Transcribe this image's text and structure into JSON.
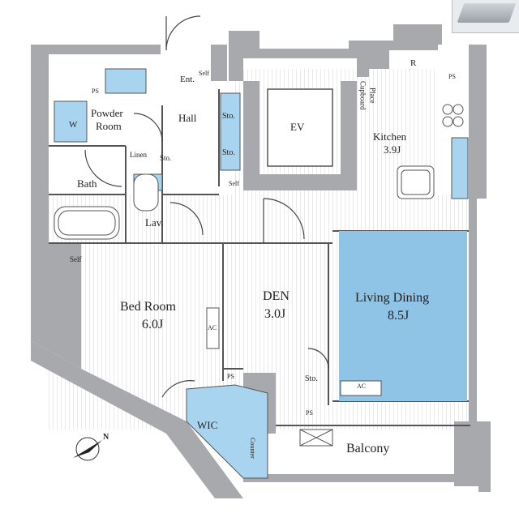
{
  "rooms": {
    "entrance": "Ent.",
    "hall": "Hall",
    "powder_room_line1": "Powder",
    "powder_room_line2": "Room",
    "washer": "W",
    "bath": "Bath",
    "linen": "Linen",
    "storage_small": "Sto.",
    "storage_hall_1": "Sto.",
    "storage_hall_2": "Sto.",
    "lavatory": "Lav.",
    "ev": "EV",
    "cupboard_line1": "Cupboard",
    "cupboard_line2": "Place",
    "refrigerator": "R",
    "kitchen": "Kitchen",
    "kitchen_size": "3.9J",
    "bedroom": "Bed Room",
    "bedroom_size": "6.0J",
    "den": "DEN",
    "den_size": "3.0J",
    "living": "Living Dining",
    "living_size": "8.5J",
    "storage_den": "Sto.",
    "wic": "WIC",
    "counter": "Counter",
    "balcony": "Balcony"
  },
  "markers": {
    "ps_1": "PS",
    "ps_2": "PS",
    "ps_3": "PS",
    "ps_4": "PS",
    "self_1": "Self",
    "self_2": "Self",
    "self_3": "Self",
    "ac_bed": "AC",
    "ac_living": "AC",
    "north": "N"
  },
  "colors": {
    "wall": "#a7a9ac",
    "floor_line": "#d7d9dc",
    "living_fill": "#8fc4e6",
    "accent_fill": "#a9d4ef"
  }
}
